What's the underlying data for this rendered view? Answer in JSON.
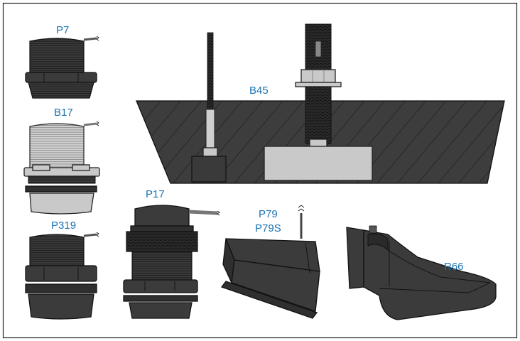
{
  "labels": {
    "p7": "P7",
    "b17": "B17",
    "p319": "P319",
    "p17": "P17",
    "b45": "B45",
    "p79": "P79",
    "p79s": "P79S",
    "r66": "R66"
  },
  "colors": {
    "label": "#1a73b4",
    "transducer_dark": "#3b3b3b",
    "transducer_light": "#c9c9c9",
    "frame_border": "#222222",
    "cable_wave": "#1a73b4"
  }
}
